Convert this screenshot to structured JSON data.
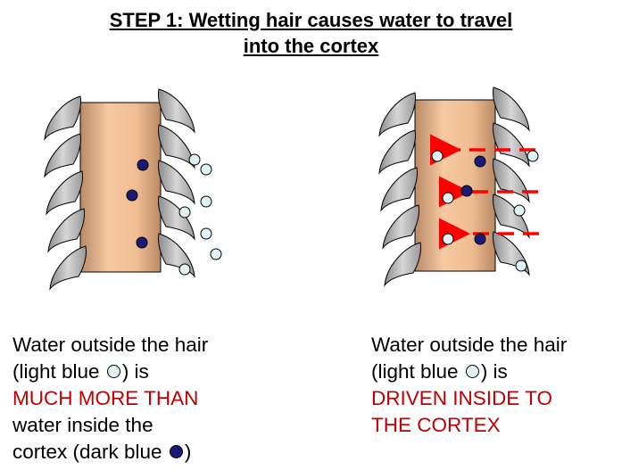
{
  "title": {
    "line1": "STEP 1: Wetting hair causes water to travel",
    "line2": "into the cortex"
  },
  "left_caption": {
    "line1": "Water outside the hair",
    "line2_pre": "(light blue ",
    "line2_post": ") is",
    "line3": "MUCH MORE THAN",
    "line4": "water inside the",
    "line5_pre": "cortex (dark blue ",
    "line5_post": ")"
  },
  "right_caption": {
    "line1": "Water outside the hair",
    "line2_pre": "(light blue ",
    "line2_post": ") is",
    "line3": "DRIVEN INSIDE TO",
    "line4": "THE CORTEX"
  },
  "colors": {
    "cortex": "#f3c39a",
    "cuticle": "#c0c0c0",
    "light_water": "#dff4f6",
    "dark_water": "#1c1a78",
    "arrow": "#ff0000",
    "highlight_text": "#c00000"
  }
}
